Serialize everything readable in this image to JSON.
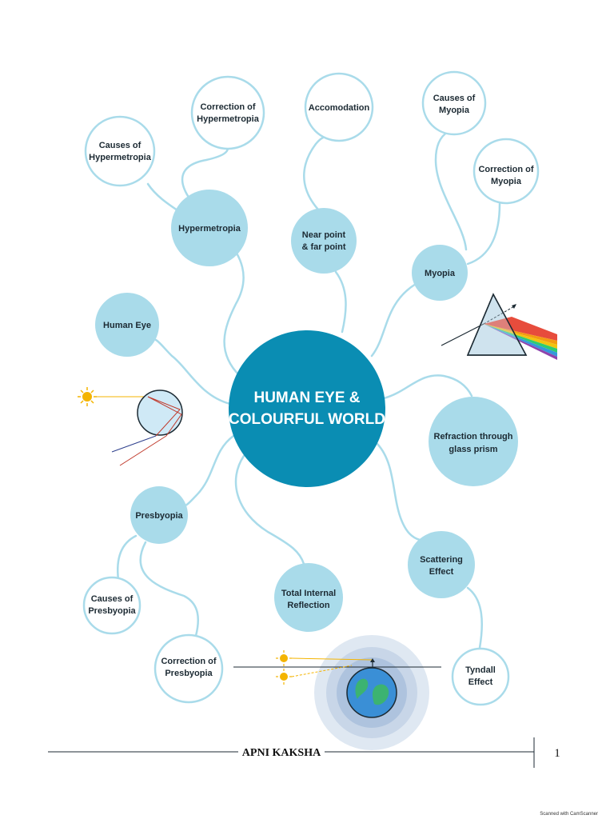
{
  "center": {
    "line1": "HUMAN EYE &",
    "line2": "COLOURFUL WORLD"
  },
  "nodes": {
    "correction_hypermetropia": [
      "Correction of",
      "Hypermetropia"
    ],
    "causes_hypermetropia": [
      "Causes of",
      "Hypermetropia"
    ],
    "hypermetropia": [
      "Hypermetropia"
    ],
    "accomodation": [
      "Accomodation"
    ],
    "near_far_point": [
      "Near point",
      "& far point"
    ],
    "causes_myopia": [
      "Causes of",
      "Myopia"
    ],
    "correction_myopia": [
      "Correction of",
      "Myopia"
    ],
    "myopia": [
      "Myopia"
    ],
    "human_eye": [
      "Human Eye"
    ],
    "refraction_prism": [
      "Refraction through",
      "glass prism"
    ],
    "presbyopia": [
      "Presbyopia"
    ],
    "causes_presbyopia": [
      "Causes of",
      "Presbyopia"
    ],
    "correction_presbyopia": [
      "Correction of",
      "Presbyopia"
    ],
    "total_internal_reflection": [
      "Total Internal",
      "Reflection"
    ],
    "scattering_effect": [
      "Scattering",
      "Effect"
    ],
    "tyndall_effect": [
      "Tyndall",
      "Effect"
    ]
  },
  "footer": {
    "brand": "APNI KAKSHA",
    "page_number": "1"
  },
  "scanner_note": "Scanned with CamScanner",
  "colors": {
    "center_fill": "#0a8db3",
    "node_fill": "#a9dbea",
    "node_stroke": "#a9dbea",
    "outline_node_fill": "#ffffff",
    "text_dark": "#1c2a33"
  }
}
